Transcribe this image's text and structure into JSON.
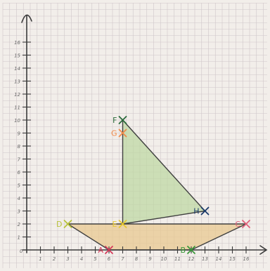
{
  "x_ticks": [
    {
      "v": 1,
      "label": "1"
    },
    {
      "v": 2,
      "label": "2"
    },
    {
      "v": 3,
      "label": "3"
    },
    {
      "v": 4,
      "label": "4"
    },
    {
      "v": 5,
      "label": "5"
    },
    {
      "v": 6,
      "label": "6"
    },
    {
      "v": 7,
      "label": "7"
    },
    {
      "v": 8,
      "label": "8"
    },
    {
      "v": 9,
      "label": "9"
    },
    {
      "v": 10,
      "label": "10"
    },
    {
      "v": 11,
      "label": "11"
    },
    {
      "v": 12,
      "label": "12"
    },
    {
      "v": 13,
      "label": "13"
    },
    {
      "v": 14,
      "label": "14"
    },
    {
      "v": 15,
      "label": "15"
    },
    {
      "v": 16,
      "label": "16"
    }
  ],
  "y_ticks": [
    {
      "v": 1,
      "label": "1"
    },
    {
      "v": 2,
      "label": "2"
    },
    {
      "v": 3,
      "label": "3"
    },
    {
      "v": 4,
      "label": "4"
    },
    {
      "v": 5,
      "label": "5"
    },
    {
      "v": 6,
      "label": "6"
    },
    {
      "v": 7,
      "label": "7"
    },
    {
      "v": 8,
      "label": "8"
    },
    {
      "v": 9,
      "label": "9"
    },
    {
      "v": 10,
      "label": "10"
    },
    {
      "v": 11,
      "label": "11"
    },
    {
      "v": 12,
      "label": "12"
    },
    {
      "v": 13,
      "label": "13"
    },
    {
      "v": 14,
      "label": "14"
    },
    {
      "v": 15,
      "label": "15"
    },
    {
      "v": 16,
      "label": "16"
    }
  ],
  "origin_label": "0",
  "points": [
    {
      "id": "A",
      "label": "A",
      "x": 6,
      "y": 0,
      "color": "#d63a5a"
    },
    {
      "id": "B",
      "label": "B",
      "x": 12,
      "y": 0,
      "color": "#3a9a3a"
    },
    {
      "id": "C",
      "label": "C",
      "x": 16,
      "y": 2,
      "color": "#e0607a"
    },
    {
      "id": "D",
      "label": "D",
      "x": 3,
      "y": 2,
      "color": "#b8c23a"
    },
    {
      "id": "E",
      "label": "E",
      "x": 7,
      "y": 2,
      "color": "#e8c830"
    },
    {
      "id": "F",
      "label": "F",
      "x": 7,
      "y": 10,
      "color": "#2a6a3a"
    },
    {
      "id": "G",
      "label": "G",
      "x": 7,
      "y": 9,
      "color": "#ef8a4a"
    },
    {
      "id": "H",
      "label": "H",
      "x": 13,
      "y": 3,
      "color": "#1a3a6a"
    }
  ],
  "segments": [
    [
      "D",
      "A"
    ],
    [
      "A",
      "B"
    ],
    [
      "B",
      "C"
    ],
    [
      "D",
      "C"
    ],
    [
      "E",
      "F"
    ],
    [
      "F",
      "H"
    ],
    [
      "E",
      "H"
    ]
  ],
  "hull_fill": "#e8c890",
  "sail_fill": "#bcd7a0"
}
